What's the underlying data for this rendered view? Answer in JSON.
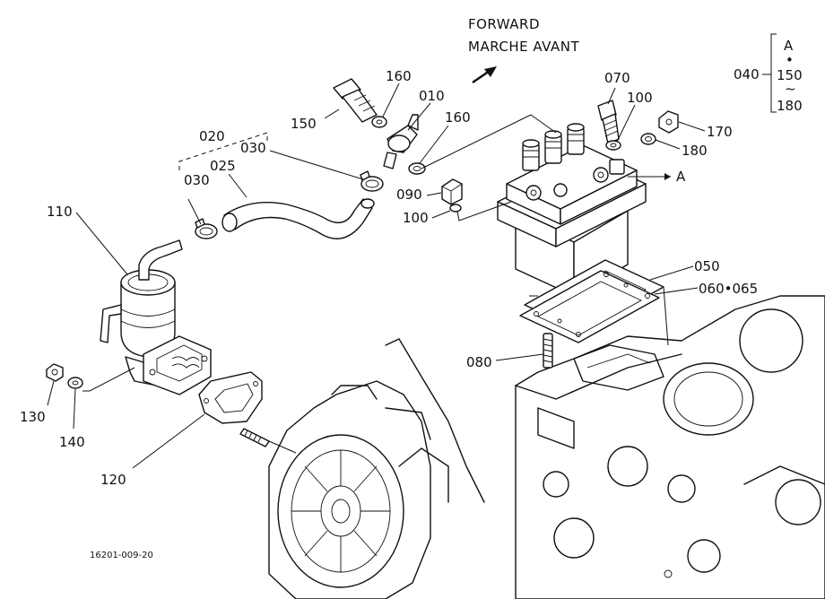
{
  "header": {
    "forward_en": "FORWARD",
    "forward_fr": "MARCHE AVANT"
  },
  "group_key": {
    "label": "040",
    "top": "A",
    "dot": "•",
    "mid": "150",
    "tilde": "~",
    "bottom": "180"
  },
  "callouts": {
    "c010": "010",
    "c020": "020",
    "c025": "025",
    "c030_left": "030",
    "c030_right": "030",
    "c050": "050",
    "c060_065": "060•065",
    "c070": "070",
    "c080": "080",
    "c090": "090",
    "c100_left": "100",
    "c100_right": "100",
    "c110": "110",
    "c120": "120",
    "c130": "130",
    "c140": "140",
    "c150": "150",
    "c160_left": "160",
    "c160_right": "160",
    "c170": "170",
    "c180": "180",
    "cA": "A"
  },
  "reference": "16201-009-20",
  "colors": {
    "ink": "#111111",
    "paper": "#ffffff"
  }
}
